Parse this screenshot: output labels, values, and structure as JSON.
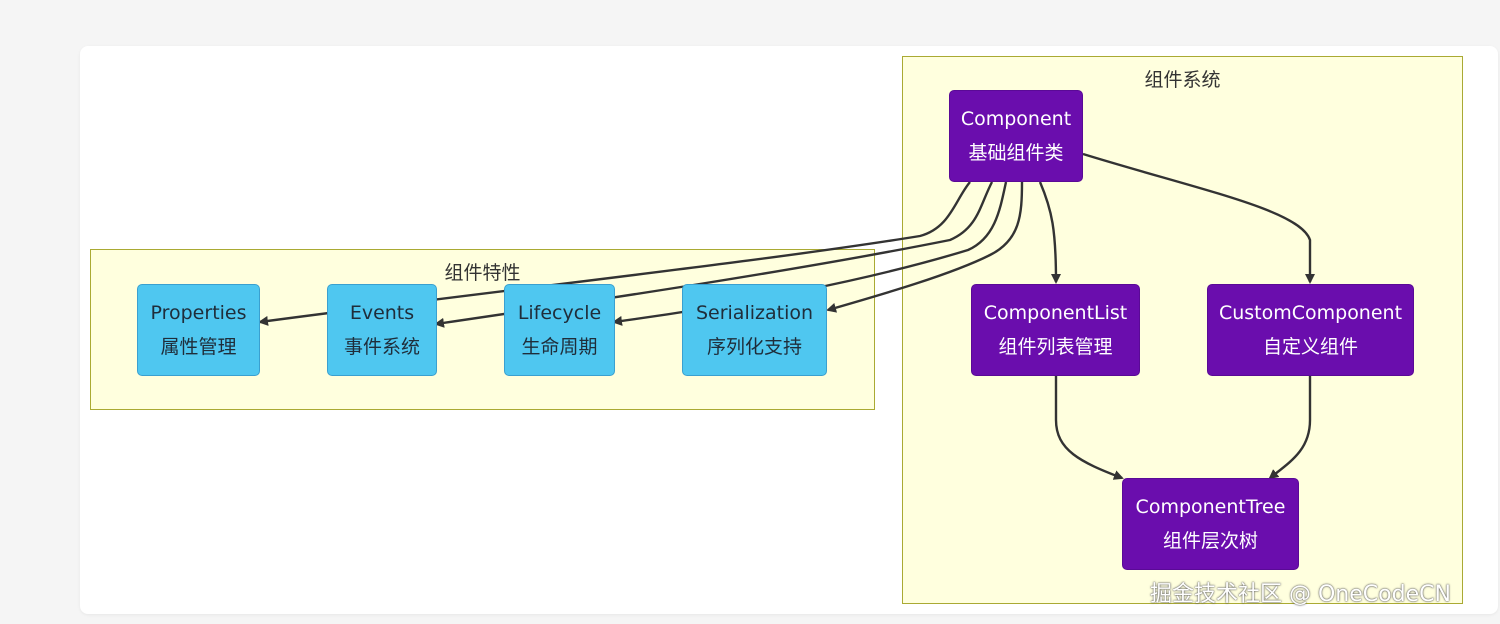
{
  "clusters": {
    "system": {
      "title": "组件系统"
    },
    "features": {
      "title": "组件特性"
    }
  },
  "nodes": {
    "component": {
      "line1": "Component",
      "line2": "基础组件类"
    },
    "component_list": {
      "line1": "ComponentList",
      "line2": "组件列表管理"
    },
    "custom_component": {
      "line1": "CustomComponent",
      "line2": "自定义组件"
    },
    "component_tree": {
      "line1": "ComponentTree",
      "line2": "组件层次树"
    },
    "properties": {
      "line1": "Properties",
      "line2": "属性管理"
    },
    "events": {
      "line1": "Events",
      "line2": "事件系统"
    },
    "lifecycle": {
      "line1": "Lifecycle",
      "line2": "生命周期"
    },
    "serialization": {
      "line1": "Serialization",
      "line2": "序列化支持"
    }
  },
  "watermark": "掘金技术社区 @ OneCodeCN",
  "colors": {
    "cluster_fill": "#ffffde",
    "cluster_border": "#aaaa33",
    "feature_node": "#4fc7f0",
    "system_node": "#6a0dad",
    "edge": "#333333"
  }
}
